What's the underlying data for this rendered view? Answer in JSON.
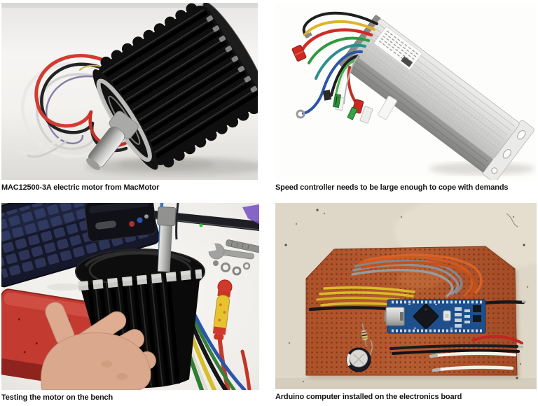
{
  "figures": [
    {
      "id": "electric-motor",
      "caption": "MAC12500-3A electric motor from MacMotor"
    },
    {
      "id": "speed-controller",
      "caption": "Speed controller needs to be large enough to cope with demands"
    },
    {
      "id": "bench-test",
      "caption": "Testing the motor on the bench"
    },
    {
      "id": "arduino-board",
      "caption": "Arduino computer installed on the electronics board"
    }
  ],
  "palette": {
    "page_background": "#ffffff",
    "caption_text": "#151515",
    "motor_black": "#0f0f0f",
    "aluminium_silver": "#c9c9c7",
    "perfboard_orange": "#ad5129",
    "arduino_blue": "#1d4f8c",
    "toolbox_red": "#c23a30",
    "skin_tone": "#d9a88d",
    "wire_red": "#cf2d26",
    "wire_yellow": "#d9bc28",
    "wire_green": "#2f9a3e",
    "wire_blue": "#2b55a8",
    "wire_teal": "#2d8f8f",
    "wire_orange": "#d05a20",
    "wire_gray": "#8f9094"
  }
}
